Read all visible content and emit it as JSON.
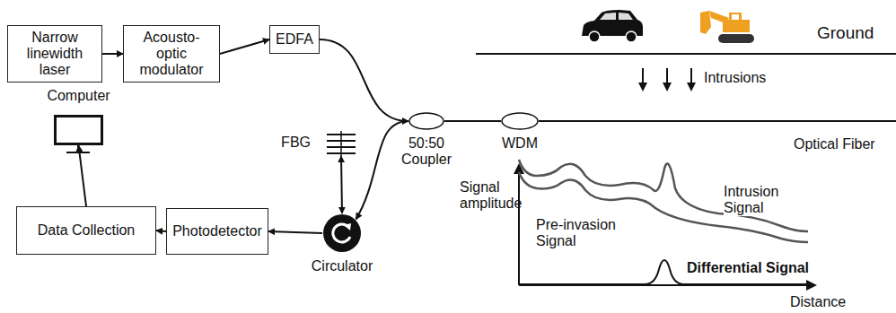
{
  "diagram": {
    "nodes": [
      {
        "text": [
          "Narrow linewidth laser"
        ]
      },
      {
        "text": [
          "Acousto-optic modulator"
        ]
      },
      {
        "text": [
          "EDFA"
        ]
      },
      {
        "text": [
          "Computer"
        ]
      },
      {
        "text": [
          "Data Collection"
        ]
      },
      {
        "text": [
          "Photodetector"
        ]
      },
      {
        "text": [
          "Circulator"
        ]
      },
      {
        "text": [
          "FBG"
        ]
      },
      {
        "text": [
          "50:50 Coupler"
        ]
      },
      {
        "text": [
          "WDM"
        ]
      }
    ],
    "edges": [
      {
        "from": 0,
        "to": 1,
        "arrow": "to"
      },
      {
        "from": 1,
        "to": 2,
        "arrow": "to"
      },
      {
        "from": 2,
        "to": 8,
        "arrow": "none"
      },
      {
        "from": 8,
        "to": 6,
        "arrow": "both"
      },
      {
        "from": 6,
        "to": 7,
        "arrow": "both"
      },
      {
        "from": 6,
        "to": 5,
        "arrow": "to"
      },
      {
        "from": 5,
        "to": 4,
        "arrow": "to"
      },
      {
        "from": 4,
        "to": 3,
        "arrow": "to"
      },
      {
        "from": 8,
        "to": 9,
        "arrow": "none"
      }
    ],
    "labels": [
      "Ground",
      "Intrusions",
      "Optical Fiber",
      "Signal amplitude",
      "Pre-invasion Signal",
      "Intrusion Signal",
      "Differential Signal",
      "Distance"
    ]
  }
}
